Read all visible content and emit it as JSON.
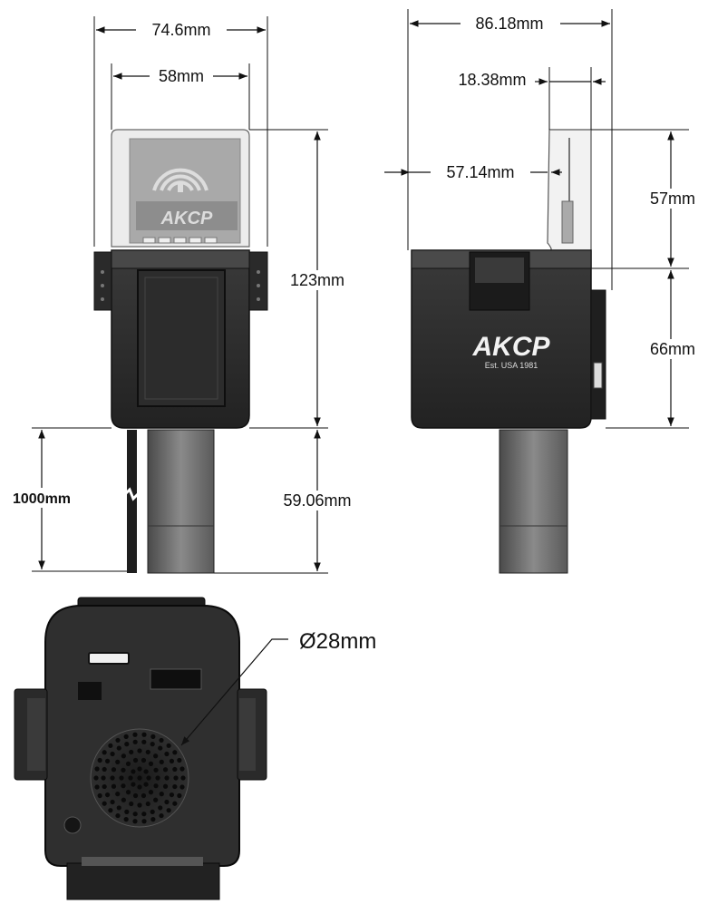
{
  "dimensions": {
    "front_overall_width": "74.6mm",
    "front_inner_width": "58mm",
    "front_total_height": "123mm",
    "front_cable_length": "1000mm",
    "front_probe_height": "59.06mm",
    "side_overall_depth": "86.18mm",
    "side_bracket_depth": "18.38mm",
    "side_body_depth": "57.14mm",
    "side_bracket_height": "57mm",
    "side_body_height": "66mm",
    "bottom_diameter": "Ø28mm"
  },
  "brand": {
    "logo_text": "AKCP",
    "side_logo_text": "AKCP",
    "tagline": "Est. USA 1981"
  },
  "colors": {
    "body_dark": "#2b2b2b",
    "body_mid": "#3a3a3a",
    "window_clear": "#e9e9e9",
    "label_grey": "#9a9a9a",
    "probe_grey": "#6e6e6e",
    "line": "#111111"
  }
}
